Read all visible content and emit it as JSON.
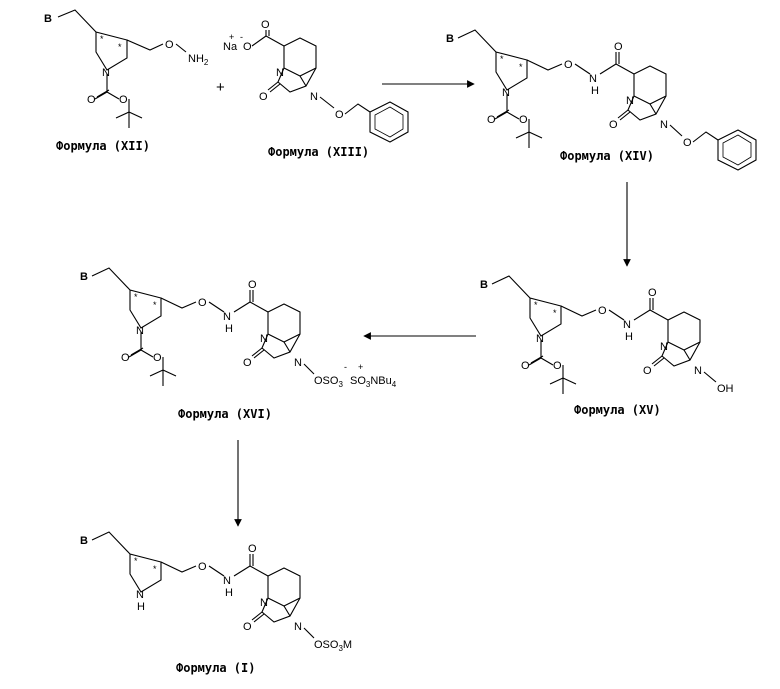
{
  "compounds": {
    "xii": {
      "caption": "Формула (XII)"
    },
    "xiii": {
      "caption": "Формула (XIII)"
    },
    "xiv": {
      "caption": "Формула (XIV)"
    },
    "xv": {
      "caption": "Формула (XV)"
    },
    "xvi": {
      "caption": "Формула (XVI)"
    },
    "i": {
      "caption": "Формула (I)"
    }
  },
  "atoms": {
    "b": "B",
    "n": "N",
    "o": "O",
    "nh": "NH",
    "h_upper": "H",
    "h": "H",
    "na": "Na",
    "oh": "OH",
    "nbu": "NBu",
    "m": "M",
    "osulf": "OSO",
    "sulf": "SO",
    "sub2": "2",
    "sub3": "3",
    "sub4": "4",
    "star": "*",
    "plus": "+",
    "ion_plus": "+",
    "ion_minus": "-"
  }
}
